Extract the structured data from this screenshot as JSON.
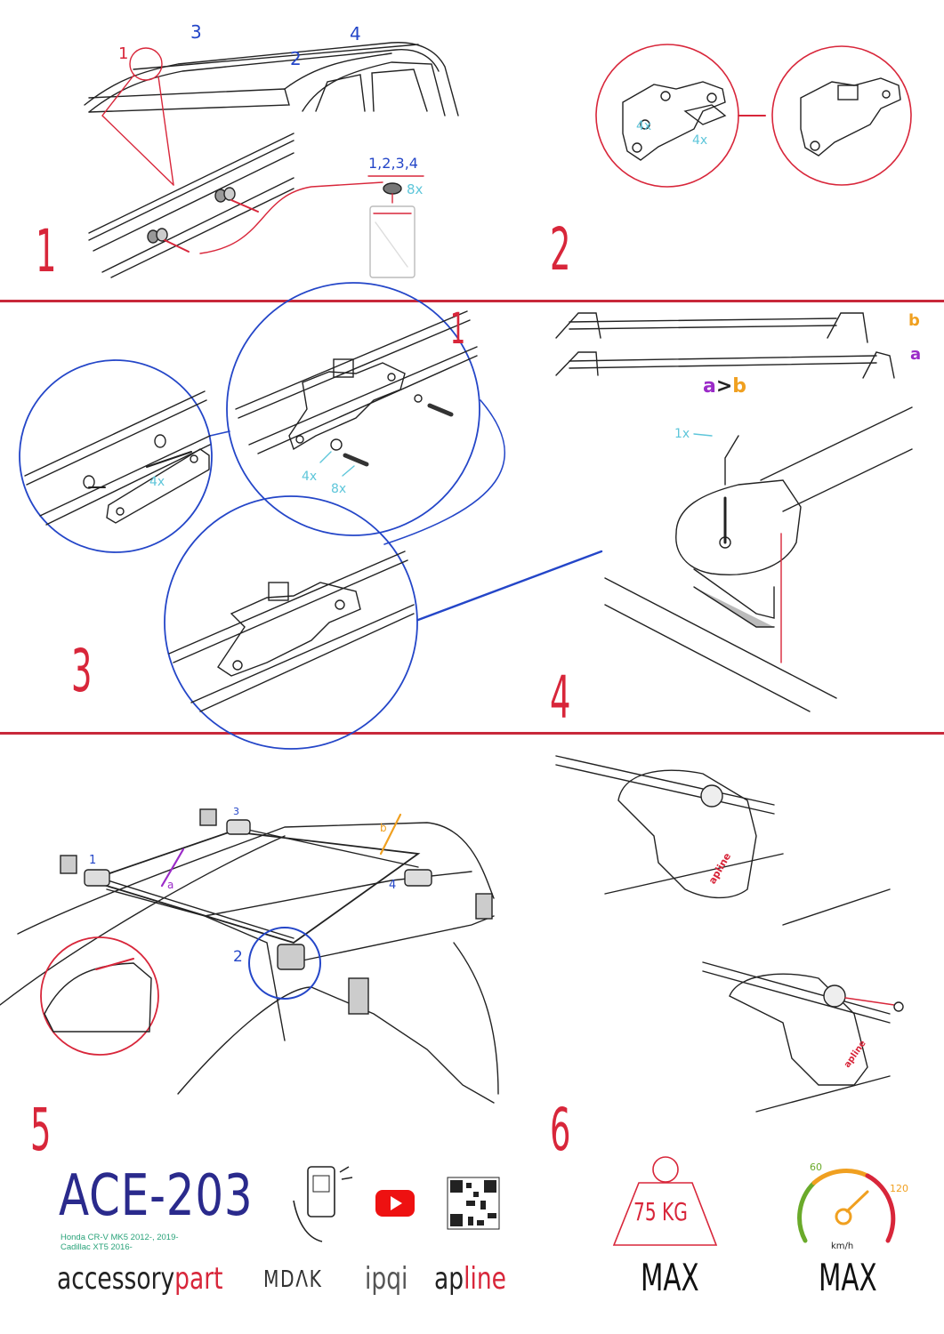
{
  "steps": {
    "s1": "1",
    "s2": "2",
    "s3": "3",
    "s4": "4",
    "s5": "5",
    "s6": "6"
  },
  "step1": {
    "rail_labels": [
      "1",
      "3",
      "2",
      "4"
    ],
    "bag_header": "1,2,3,4",
    "bag_count": "8x"
  },
  "step2": {
    "count_left": "4x",
    "count_right": "4x"
  },
  "step3": {
    "sub_number": "1",
    "count_plate": "4x",
    "count_washer": "4x",
    "count_bolt": "8x"
  },
  "step4": {
    "label_b": "b",
    "label_a": "a",
    "order_a": "a",
    "order_gt": ">",
    "order_b": "b",
    "tool_count": "1x"
  },
  "step5": {
    "pos_labels": [
      "1",
      "3",
      "2",
      "4"
    ],
    "arrow_a": "a",
    "arrow_b": "b"
  },
  "step6": {
    "brand_on_foot": "apline"
  },
  "footer": {
    "model": "ACE-203",
    "compat_1": "Honda CR-V MK5 2012-, 2019-",
    "compat_2": "Cadillac XT5 2016-",
    "brand_accessory": "accessory",
    "brand_part": "part",
    "brand_mdak": "MDΛK",
    "brand_ipqi": "ipqi",
    "brand_ap": "ap",
    "brand_line": "line",
    "load": "75 KG",
    "load_max": "MAX",
    "speed_60": "60",
    "speed_120": "120",
    "speed_unit": "km/h",
    "speed_max": "MAX"
  },
  "colors": {
    "accent_red": "#d8263a",
    "blue": "#2446c8",
    "cyan": "#5ec6da",
    "purple": "#9b2bc8",
    "orange": "#f0a020",
    "navy": "#2a2a8c",
    "green": "#2aa37a"
  },
  "icons": [
    "phone-qr-scan-icon",
    "youtube-icon",
    "qr-code-icon",
    "weight-icon",
    "speedometer-icon"
  ]
}
